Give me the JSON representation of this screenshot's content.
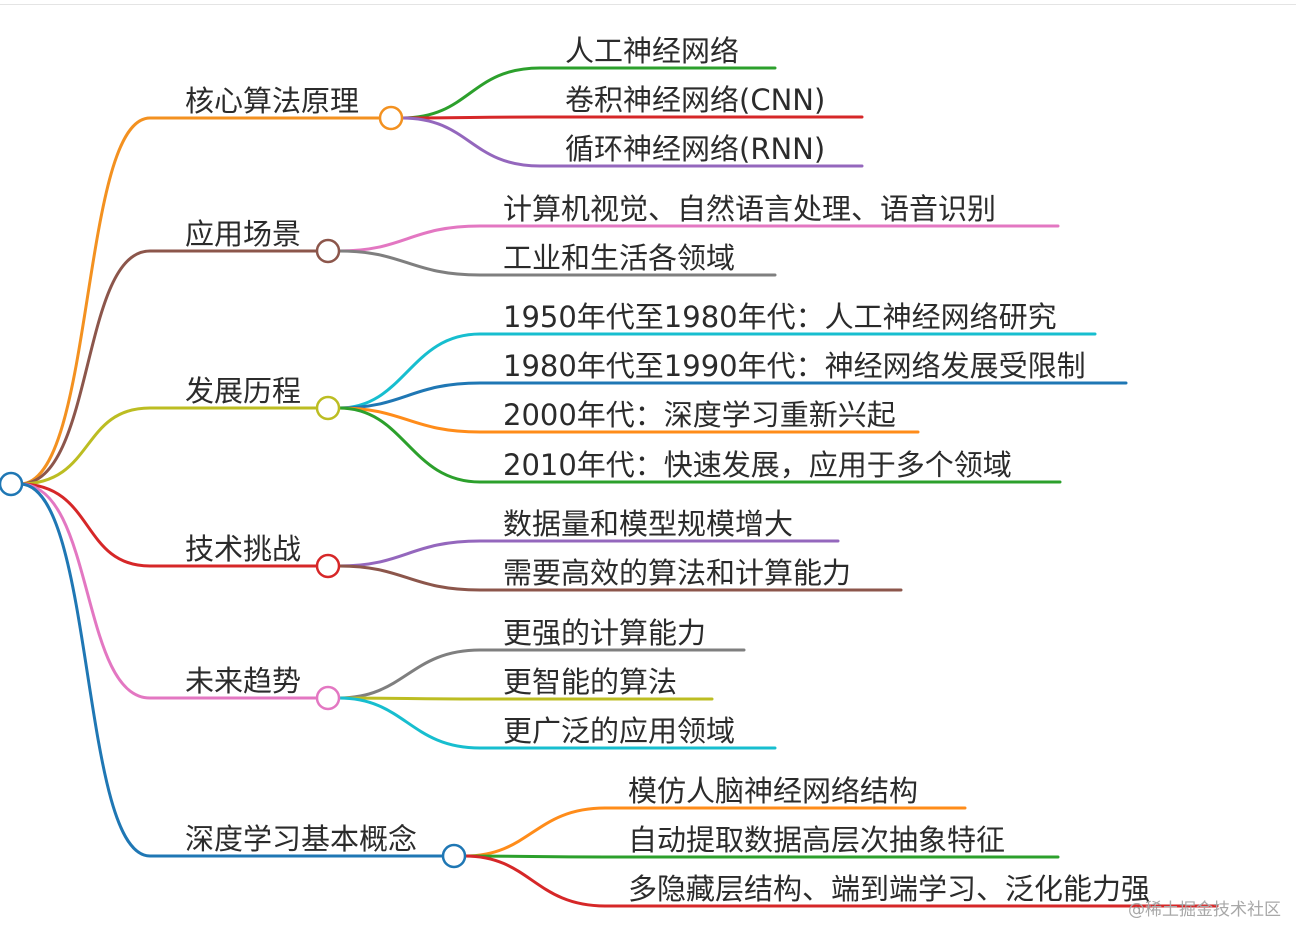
{
  "root": {
    "color": "#1f77b4"
  },
  "branches": [
    {
      "label": "核心算法原理",
      "color": "#f39120",
      "children": [
        {
          "label": "人工神经网络",
          "color": "#2ca02c"
        },
        {
          "label": "卷积神经网络(CNN)",
          "color": "#d62728"
        },
        {
          "label": "循环神经网络(RNN)",
          "color": "#9467bd"
        }
      ]
    },
    {
      "label": "应用场景",
      "color": "#8c564b",
      "children": [
        {
          "label": "计算机视觉、自然语言处理、语音识别",
          "color": "#e377c2"
        },
        {
          "label": "工业和生活各领域",
          "color": "#7f7f7f"
        }
      ]
    },
    {
      "label": "发展历程",
      "color": "#bcbd22",
      "children": [
        {
          "label": "1950年代至1980年代：人工神经网络研究",
          "color": "#17becf"
        },
        {
          "label": "1980年代至1990年代：神经网络发展受限制",
          "color": "#1f77b4"
        },
        {
          "label": "2000年代：深度学习重新兴起",
          "color": "#ff8c1a"
        },
        {
          "label": "2010年代：快速发展，应用于多个领域",
          "color": "#2ca02c"
        }
      ]
    },
    {
      "label": "技术挑战",
      "color": "#d62728",
      "children": [
        {
          "label": "数据量和模型规模增大",
          "color": "#9467bd"
        },
        {
          "label": "需要高效的算法和计算能力",
          "color": "#8c564b"
        }
      ]
    },
    {
      "label": "未来趋势",
      "color": "#e377c2",
      "children": [
        {
          "label": "更强的计算能力",
          "color": "#7f7f7f"
        },
        {
          "label": "更智能的算法",
          "color": "#bcbd22"
        },
        {
          "label": "更广泛的应用领域",
          "color": "#17becf"
        }
      ]
    },
    {
      "label": "深度学习基本概念",
      "color": "#1f77b4",
      "children": [
        {
          "label": "模仿人脑神经网络结构",
          "color": "#ff8c1a"
        },
        {
          "label": "自动提取数据高层次抽象特征",
          "color": "#2ca02c"
        },
        {
          "label": "多隐藏层结构、端到端学习、泛化能力强",
          "color": "#d62728"
        }
      ]
    }
  ],
  "watermark": "@稀土掘金技术社区"
}
